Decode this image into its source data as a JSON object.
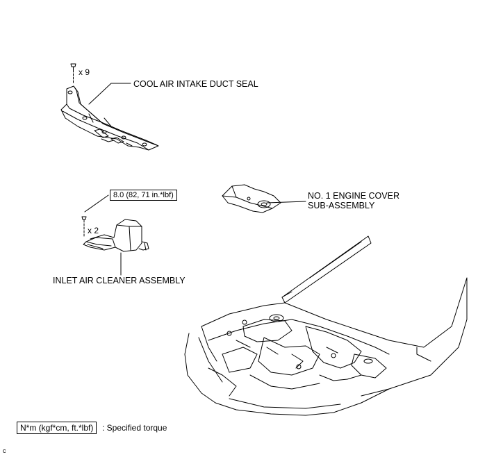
{
  "parts": {
    "duct_seal": {
      "label": "COOL AIR INTAKE DUCT SEAL",
      "qty": "x 9"
    },
    "engine_cover": {
      "label_line1": "NO. 1 ENGINE COVER",
      "label_line2": "SUB-ASSEMBLY"
    },
    "air_cleaner": {
      "label": "INLET AIR CLEANER ASSEMBLY",
      "qty": "x 2",
      "torque": "8.0 (82, 71 in.*lbf)"
    }
  },
  "legend": {
    "box": "N*m (kgf*cm, ft.*lbf)",
    "text": ": Specified torque"
  },
  "corner_mark": "c"
}
